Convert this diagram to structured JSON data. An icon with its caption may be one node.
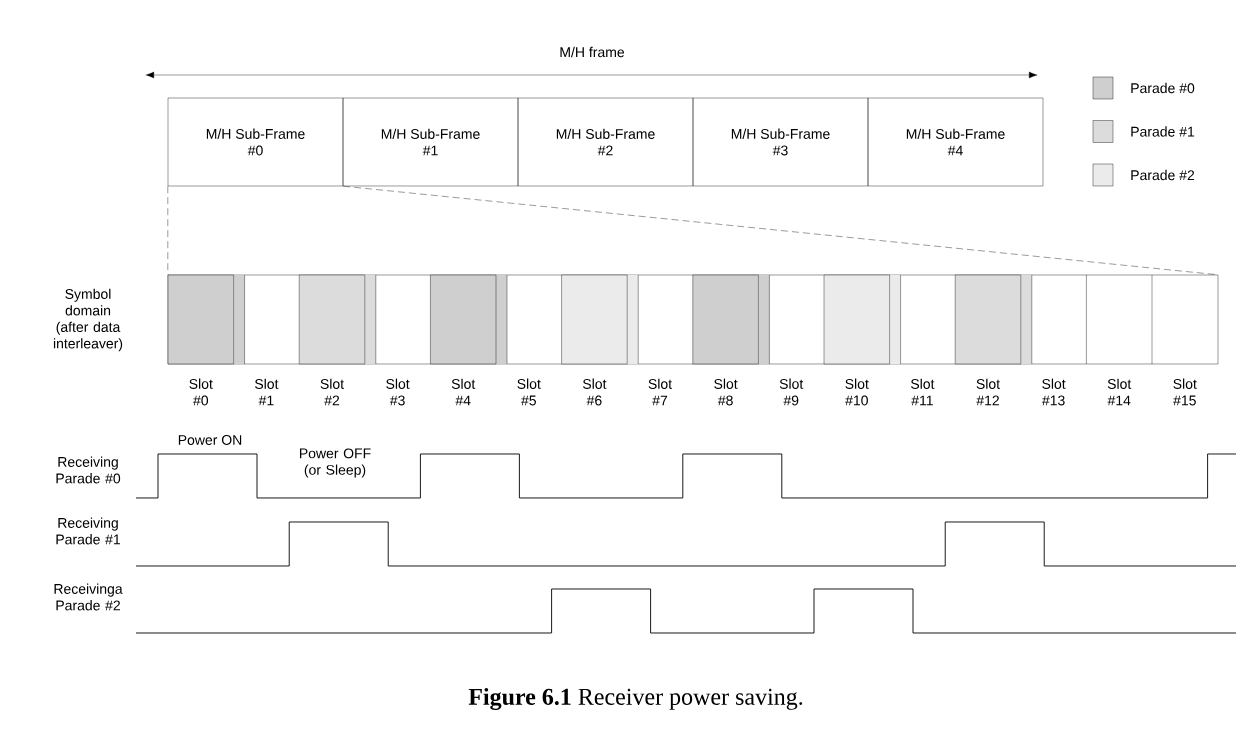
{
  "diagram": {
    "caption": "**Figure 6.1** Receiver power saving.",
    "nodes": [
      {
        "text": [
          "M/H Sub-Frame #0"
        ]
      },
      {
        "text": [
          "M/H Sub-Frame #1"
        ]
      },
      {
        "text": [
          "M/H Sub-Frame #2"
        ]
      },
      {
        "text": [
          "M/H Sub-Frame #3"
        ]
      },
      {
        "text": [
          "M/H Sub-Frame #4"
        ]
      },
      {
        "text": [
          "Symbol domain (after data interleaver)"
        ]
      },
      {
        "text": [],
        "shape": "box",
        "in": 5
      },
      {
        "text": [],
        "shape": "box",
        "in": 5
      },
      {
        "text": [],
        "shape": "box",
        "in": 5
      },
      {
        "text": [],
        "shape": "box",
        "in": 5
      },
      {
        "text": [],
        "shape": "box",
        "in": 5
      },
      {
        "text": [],
        "shape": "box",
        "in": 5
      },
      {
        "text": [],
        "shape": "box",
        "in": 5
      }
    ],
    "edges": [
      {
        "from": 0,
        "to": 5,
        "arrow": "none",
        "style": "dashed"
      },
      {
        "from": 0,
        "to": 5,
        "arrow": "none",
        "style": "dashed"
      }
    ],
    "labels": [
      "M/H frame",
      "Slot #0",
      "Slot #1",
      "Slot #2",
      "Slot #3",
      "Slot #4",
      "Slot #5",
      "Slot #6",
      "Slot #7",
      "Slot #8",
      "Slot #9",
      "Slot #10",
      "Slot #11",
      "Slot #12",
      "Slot #13",
      "Slot #14",
      "Slot #15",
      "Power ON",
      "Receiving Parade #0",
      "Power OFF (or Sleep)",
      "Receiving Parade #1",
      "Receivinga Parade #2"
    ],
    "legend": [
      {
        "text": "Parade #0",
        "color": "#cfcfcf"
      },
      {
        "text": "Parade #1",
        "color": "#dcdcdc"
      },
      {
        "text": "Parade #2",
        "color": "#ebebeb"
      }
    ]
  }
}
